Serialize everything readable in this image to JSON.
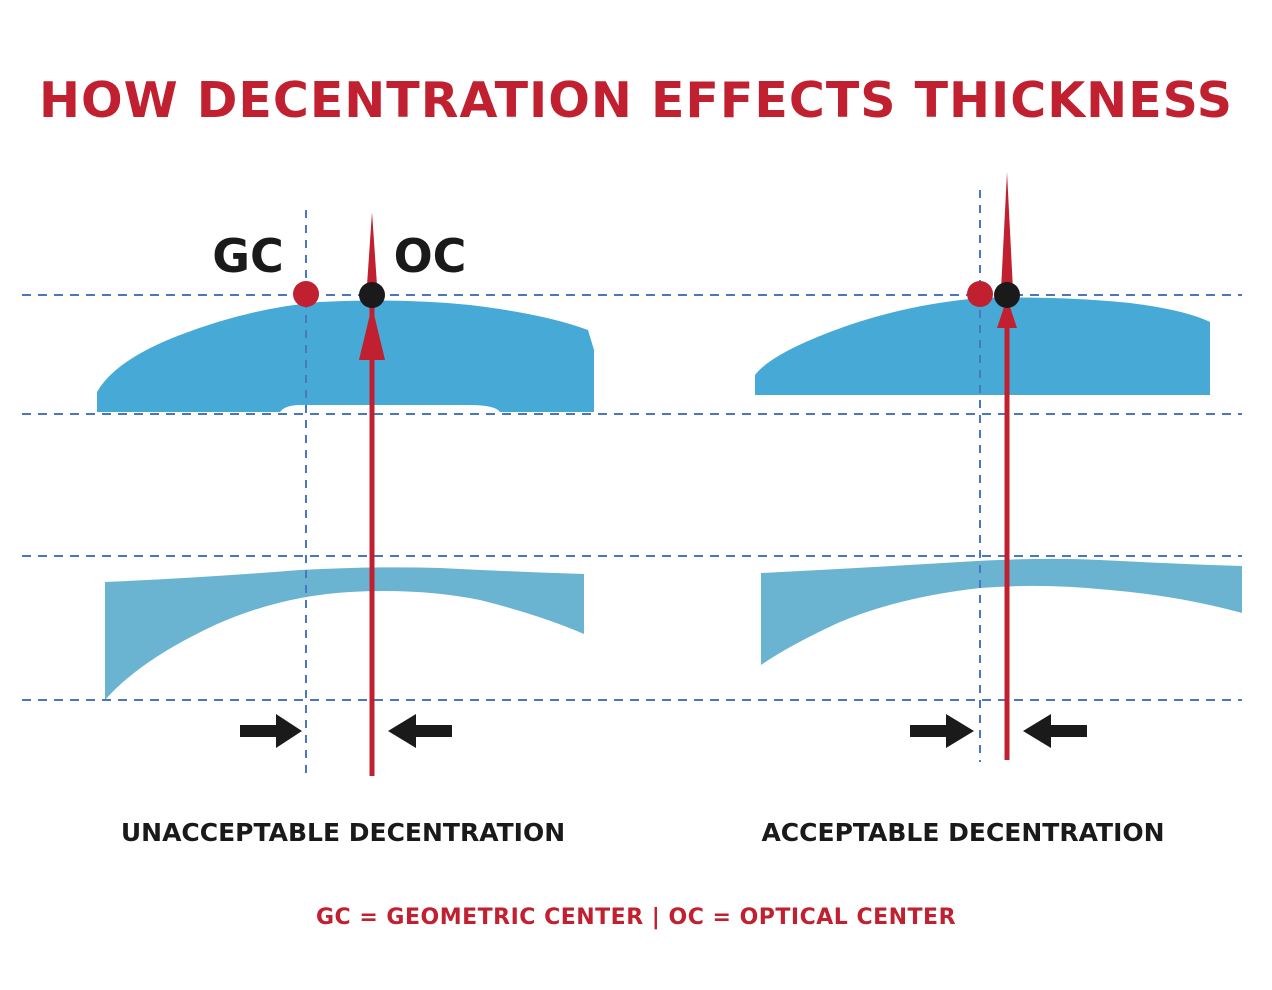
{
  "title": "HOW DECENTRATION EFFECTS THICKNESS",
  "labels": {
    "gc": "GC",
    "oc": "OC"
  },
  "panels": [
    {
      "caption": "UNACCEPTABLE DECENTRATION"
    },
    {
      "caption": "ACCEPTABLE DECENTRATION"
    }
  ],
  "footnote": "GC = GEOMETRIC CENTER | OC = OPTICAL CENTER",
  "colors": {
    "accent_red": "#c0202f",
    "lens_plus": "#46a9d6",
    "lens_minus": "#6ab4d2",
    "guide_line": "#4a78c0",
    "marker_dark": "#1a1a1a"
  }
}
